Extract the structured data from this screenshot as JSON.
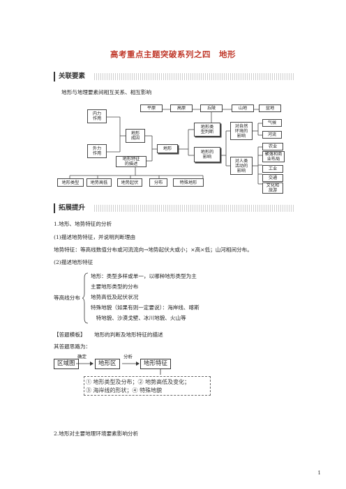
{
  "title": "高考重点主题突破系列之四　地形",
  "section1": {
    "label": "关联要素",
    "intro": "地形与地理要素间相互关系、相互影响"
  },
  "diagram": {
    "top_types": [
      "平原",
      "高原",
      "丘陵",
      "山地",
      "盆地"
    ],
    "forces": {
      "inner": "内力\n作用",
      "outer": "外力\n作用"
    },
    "origin": "地形\n成因",
    "desc": "地形特征\n的描述",
    "center": "地形",
    "judge": "地形类\n型判断",
    "influence": "地形的\n影响",
    "nature": "对自然\n环境的\n影响",
    "human": "对人类\n活动的\n影响",
    "nature_items": [
      "气候",
      "河流"
    ],
    "human_items": [
      "农业",
      "聚落和商\n业布局",
      "工业",
      "交通",
      "文化和\n旅游"
    ],
    "bottom": [
      "地形类型",
      "地势高低",
      "地势起伏",
      "分布",
      "特殊地形"
    ]
  },
  "section2": {
    "label": "拓展提升"
  },
  "body": {
    "h1": "1.地形、地势特征的分析",
    "p1": "(1)描述地势特征，并说明判断理由",
    "p2": "地势特征：等高线数值分布或河流流向→地势起伏大或小；×高×低；山河相间分布。",
    "p3": "(2)描述地形特征",
    "contour_label": "等高线分布",
    "contour_items": [
      "地形：类型多样或单一，以哪种地形类型为主",
      "主要地形类型的分布",
      "地势高低及起伏状况",
      "特殊地貌（如果有则一定要说）：海岸线、喀斯",
      "　特地貌、沙漠戈壁、冰川地貌、火山等"
    ],
    "template_tag": "【答题模板】",
    "template_title": "地形的判断及地形特征的描述",
    "template_intro": "其答题思路为：",
    "flow": {
      "box1": "区域图",
      "arrow1": "确定",
      "box2": "地形区",
      "arrow2": "分析",
      "box3": "地形特征"
    },
    "answer_line1": "① 地形类型及分布；② 地势高低及变化；",
    "answer_line2": "③ 海岸线的形状；④ 特殊地貌",
    "h2": "2.地形对主要地理环境要素影响分析"
  },
  "page_number": "1"
}
